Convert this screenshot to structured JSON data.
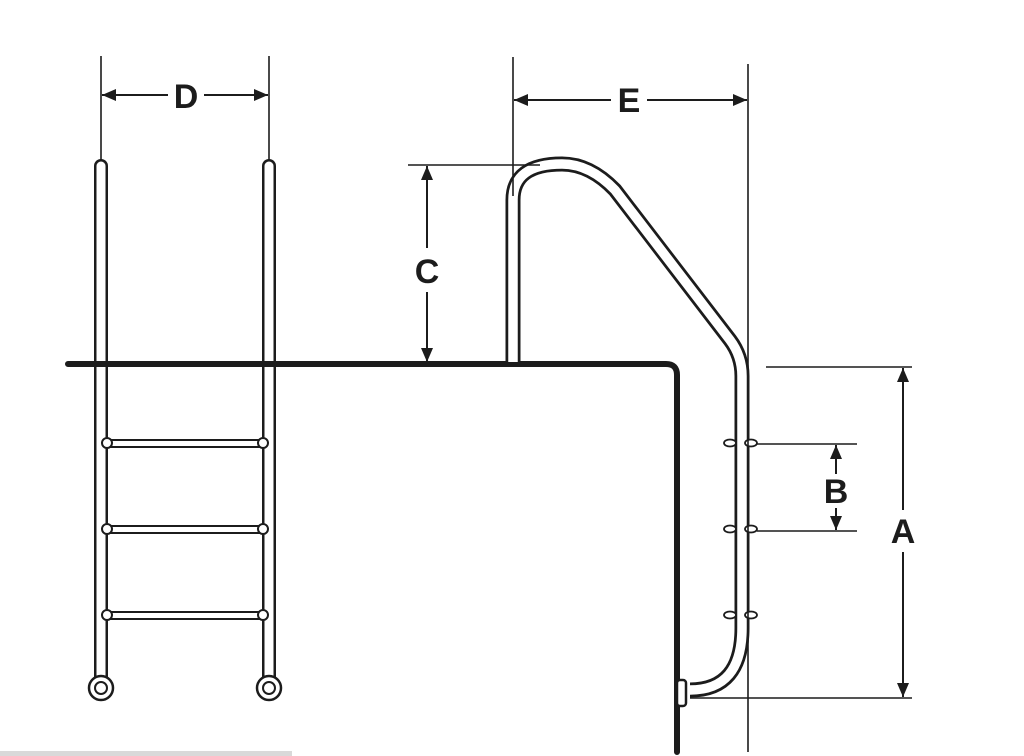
{
  "figure": {
    "title": "",
    "stroke_color": "#1c1c1c",
    "fill_color": "#ffffff",
    "labels": {
      "a": "A",
      "b": "B",
      "c": "C",
      "d": "D",
      "e": "E"
    },
    "front_view": {
      "rungs": 3
    },
    "side_view": {
      "step_marks": 3
    }
  }
}
